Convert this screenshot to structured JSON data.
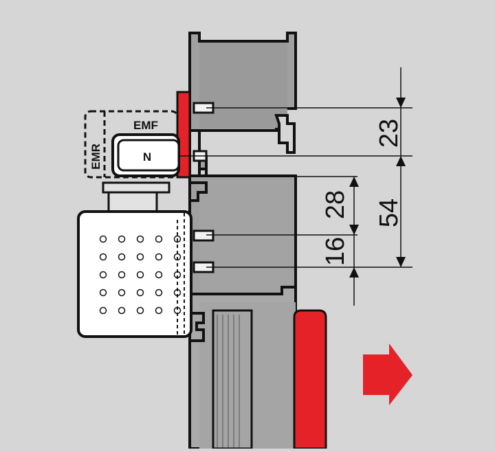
{
  "labels": {
    "emf": "EMF",
    "emr": "EMR",
    "n": "N"
  },
  "dimensions": {
    "d23": "23",
    "d54": "54",
    "d28": "28",
    "d16": "16"
  },
  "colors": {
    "background": "#d6d6d6",
    "frame_fill": "#9a9a9a",
    "accent_red": "#e52228",
    "line": "#111111"
  },
  "icons": {
    "arrow": "arrow-right-icon"
  }
}
